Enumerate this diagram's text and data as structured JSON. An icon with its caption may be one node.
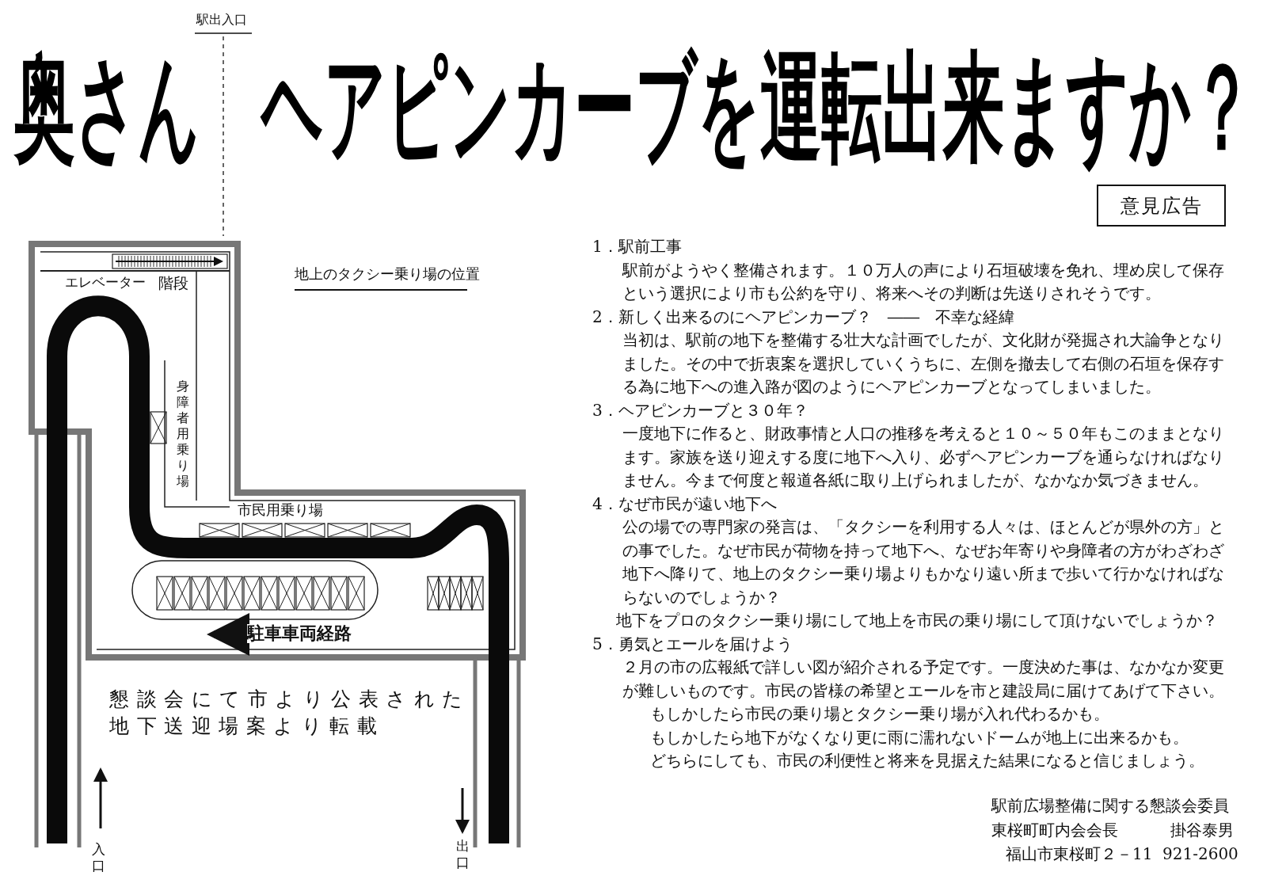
{
  "diagram": {
    "title": "奥さん　ヘアピンカーブを運転出来ますか？",
    "nodes": [
      {
        "text": [
          "意見広告"
        ]
      }
    ],
    "labels": [
      "駅出入口",
      "地上のタクシー乗り場の位置",
      "エレベーター",
      "階段",
      "身障者用乗り場",
      "市民用乗り場",
      "駐車車両経路",
      "懇談会にて市より公表された地下送迎場案より転載",
      "入口",
      "出口",
      "1．駅前工事",
      "駅前がようやく整備されます。１０万人の声により石垣破壊を免れ、埋め戻して保存という選択により市も公約を守り、将来へその判断は先送りされそうです。",
      "2．新しく出来るのにヘアピンカーブ？　――　不幸な経緯",
      "当初は、駅前の地下を整備する壮大な計画でしたが、文化財が発掘され大論争となりました。その中で折衷案を選択していくうちに、左側を撤去して右側の石垣を保存する為に地下への進入路が図のようにヘアピンカーブとなってしまいました。",
      "3．ヘアピンカーブと３０年？",
      "一度地下に作ると、財政事情と人口の推移を考えると１０～５０年もこのままとなります。家族を送り迎えする度に地下へ入り、必ずヘアピンカーブを通らなければなりません。今まで何度と報道各紙に取り上げられましたが、なかなか気づきません。",
      "4．なぜ市民が遠い地下へ",
      "公の場での専門家の発言は、「タクシーを利用する人々は、ほとんどが県外の方」との事でした。なぜ市民が荷物を持って地下へ、なぜお年寄りや身障者の方がわざわざ地下へ降りて、地上のタクシー乗り場よりもかなり遠い所まで歩いて行かなければならないのでしょうか？",
      "地下をプロのタクシー乗り場にして地上を市民の乗り場にして頂けないでしょうか？",
      "5．勇気とエールを届けよう",
      "２月の市の広報紙で詳しい図が紹介される予定です。一度決めた事は、なかなか変更が難しいものです。市民の皆様の希望とエールを市と建設局に届けてあげて下さい。",
      "もしかしたら市民の乗り場とタクシー乗り場が入れ代わるかも。",
      "もしかしたら地下がなくなり更に雨に濡れないドームが地上に出来るかも。",
      "どちらにしても、市民の利便性と将来を見据えた結果になると信じましょう。",
      "駅前広場整備に関する懇談会委員",
      "東桜町町内会会長",
      "掛谷泰男",
      "福山市東桜町２－11",
      "921-2600"
    ]
  }
}
